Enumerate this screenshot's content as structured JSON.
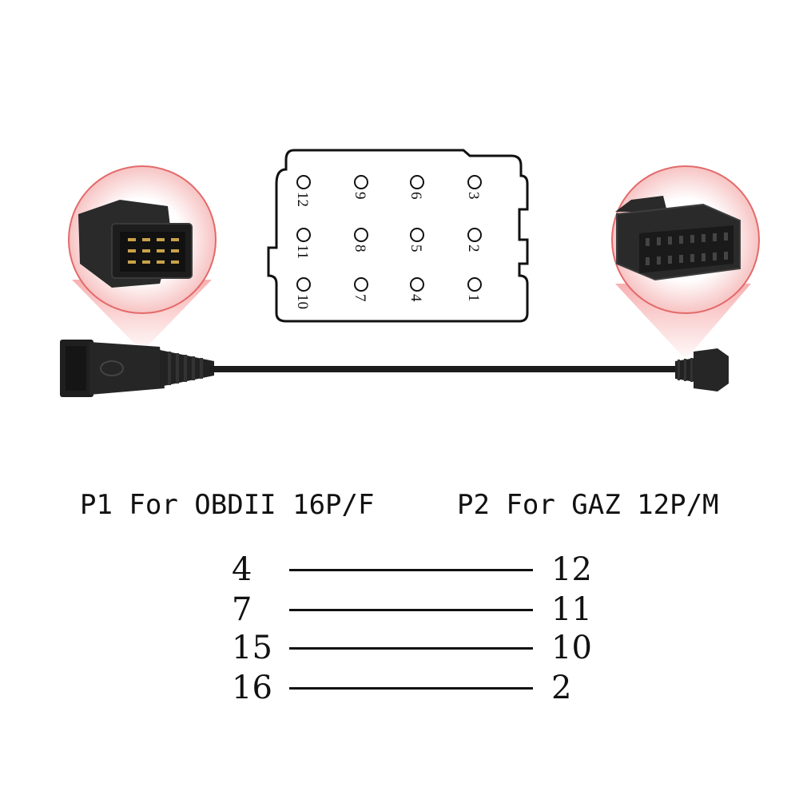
{
  "gaz_connector": {
    "pins": [
      {
        "label": "12",
        "row": 0,
        "col": 0
      },
      {
        "label": "9",
        "row": 0,
        "col": 1
      },
      {
        "label": "6",
        "row": 0,
        "col": 2
      },
      {
        "label": "3",
        "row": 0,
        "col": 3
      },
      {
        "label": "11",
        "row": 1,
        "col": 0
      },
      {
        "label": "8",
        "row": 1,
        "col": 1
      },
      {
        "label": "5",
        "row": 1,
        "col": 2
      },
      {
        "label": "2",
        "row": 1,
        "col": 3
      },
      {
        "label": "10",
        "row": 2,
        "col": 0
      },
      {
        "label": "7",
        "row": 2,
        "col": 1
      },
      {
        "label": "4",
        "row": 2,
        "col": 2
      },
      {
        "label": "1",
        "row": 2,
        "col": 3
      }
    ]
  },
  "ports": {
    "p1_title": "P1 For OBDII 16P/F",
    "p2_title": "P2 For GAZ 12P/M"
  },
  "pin_mapping": [
    {
      "p1": "4",
      "p2": "12"
    },
    {
      "p1": "7",
      "p2": "11"
    },
    {
      "p1": "15",
      "p2": "10"
    },
    {
      "p1": "16",
      "p2": "2"
    }
  ],
  "colors": {
    "cable": "#1c1c1c",
    "connector_body": "#262626",
    "highlight_pink": "#f08a8a",
    "outline": "#111111"
  }
}
